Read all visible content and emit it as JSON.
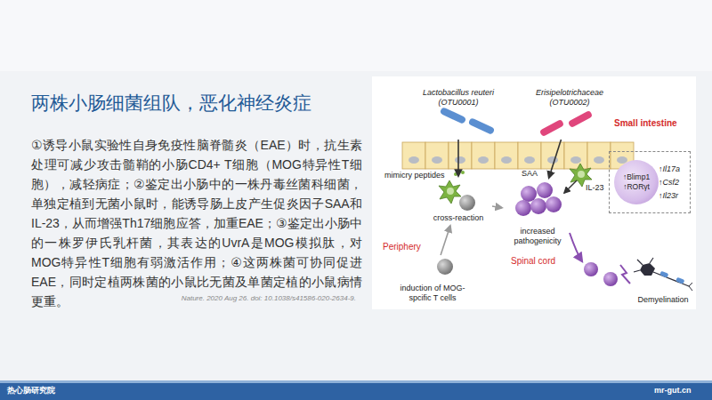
{
  "diagram": {
    "title": "两株小肠细菌组队，恶化神经炎症",
    "caption": "Nature. 2020 Aug 26. doi: 10.1038/s41586-020-2634-9.",
    "nodes": [
      {
        "text": [
          "Lactobacillus reuteri (OTU0001)"
        ]
      },
      {
        "text": [
          "Erisipelotrichaceae (OTU0002)"
        ]
      },
      {
        "text": [
          "cross-reaction"
        ]
      },
      {
        "text": [
          "increased pathogenicity"
        ]
      },
      {
        "text": [
          "↑Il17a ↑Csf2 ↑Il23r"
        ]
      },
      {
        "text": [
          "↑Blimp1 ↑RORγt"
        ],
        "in": 4
      },
      {
        "text": [
          "induction of MOG-spcific T cells"
        ]
      },
      {
        "text": [
          "Demyelination"
        ]
      }
    ],
    "edges": [
      {
        "from": 0,
        "to": 2,
        "arrow": "to"
      },
      {
        "from": 1,
        "to": 3,
        "arrow": "to"
      },
      {
        "from": 2,
        "to": 3,
        "arrow": "to"
      },
      {
        "from": 6,
        "to": 2,
        "arrow": "to"
      }
    ],
    "labels": [
      "①诱导小鼠实验性自身免疫性脑脊髓炎（EAE）时，抗生素处理可减少攻击髓鞘的小肠CD4+ T细胞（MOG特异性T细胞），减轻病症；②鉴定出小肠中的一株丹毒丝菌科细菌，单独定植到无菌小鼠时，能诱导肠上皮产生促炎因子SAA和IL-23，从而增强Th17细胞应答，加重EAE；③鉴定出小肠中的一株罗伊氏乳杆菌，其表达的UvrA是MOG模拟肽，对MOG特异性T细胞有弱激活作用；④这两株菌可协同促进EAE，同时定植两株菌的小鼠比无菌及单菌定植的小鼠病情更重。",
      "Small intestine",
      "mimicry peptides",
      "SAA",
      "IL-23",
      "Periphery",
      "Spinal cord",
      "热心肠研究院",
      "mr-gut.cn"
    ]
  }
}
